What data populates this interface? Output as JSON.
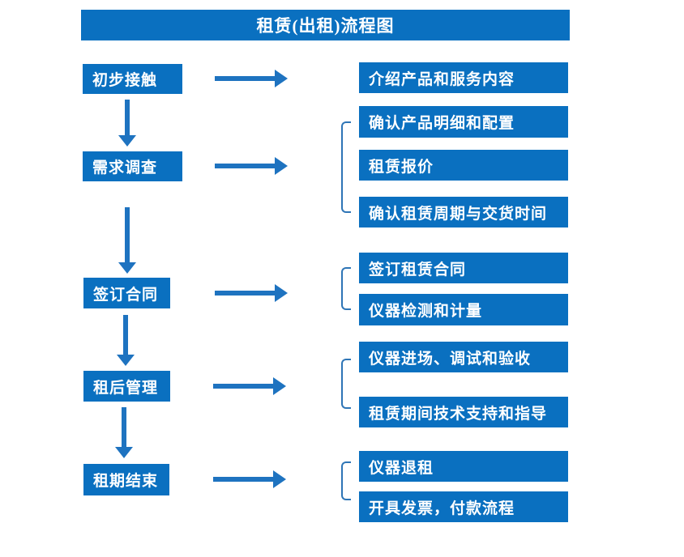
{
  "title": "租赁(出租)流程图",
  "colors": {
    "box_fill": "#0a70c0",
    "arrow": "#1e73c0",
    "bracket": "#2e75b6",
    "box_text": "#ffffff",
    "background": "#ffffff"
  },
  "stages": [
    {
      "label": "初步接触",
      "details": [
        "介绍产品和服务内容"
      ]
    },
    {
      "label": "需求调查",
      "details": [
        "确认产品明细和配置",
        "租赁报价",
        "确认租赁周期与交货时间"
      ]
    },
    {
      "label": "签订合同",
      "details": [
        "签订租赁合同",
        "仪器检测和计量"
      ]
    },
    {
      "label": "租后管理",
      "details": [
        "仪器进场、调试和验收",
        "租赁期间技术支持和指导"
      ]
    },
    {
      "label": "租期结束",
      "details": [
        "仪器退租",
        "开具发票，付款流程"
      ]
    }
  ]
}
